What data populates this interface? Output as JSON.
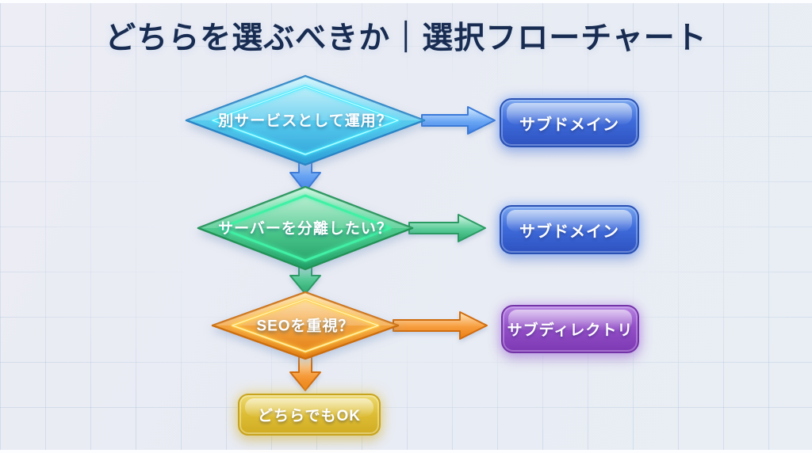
{
  "title": "どちらを選ぶべきか｜選択フローチャート",
  "flowchart": {
    "decisions": [
      {
        "id": "decision-1",
        "label": "別サービスとして運用？",
        "theme_color": "#35b5e6"
      },
      {
        "id": "decision-2",
        "label": "サーバーを分離したい？",
        "theme_color": "#35c181"
      },
      {
        "id": "decision-3",
        "label": "SEOを重視？",
        "theme_color": "#f0953a"
      }
    ],
    "results": [
      {
        "id": "result-1",
        "label": "サブドメイン",
        "theme_color": "#3f6cdb"
      },
      {
        "id": "result-2",
        "label": "サブドメイン",
        "theme_color": "#3f6cdb"
      },
      {
        "id": "result-3",
        "label": "サブディレクトリ",
        "theme_color": "#934fc7"
      },
      {
        "id": "result-4",
        "label": "どちらでもOK",
        "theme_color": "#ddbd35"
      }
    ]
  },
  "colors": {
    "title": "#182c52",
    "background": "#e9ecf4",
    "grid_line": "#a9c2d8",
    "neon_cyan": "#49ecff",
    "neon_green": "#41f0a4",
    "neon_orange": "#ffd44e"
  }
}
